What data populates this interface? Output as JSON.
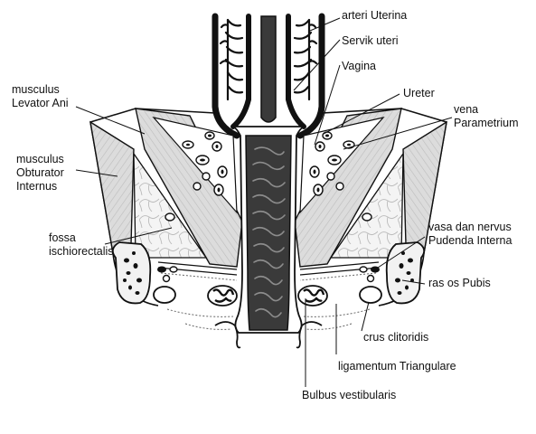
{
  "labels": {
    "arteri_uterina": "arteri Uterina",
    "servik_uteri": "Servik uteri",
    "vagina": "Vagina",
    "ureter": "Ureter",
    "vena_parametrium": [
      "vena",
      "Parametrium"
    ],
    "levator_ani": [
      "musculus",
      "Levator Ani"
    ],
    "obturator_internus": [
      "musculus",
      "Obturator",
      "Internus"
    ],
    "fossa_ischiorectalis": [
      "fossa",
      "ischiorectalis"
    ],
    "vasa_nervus": [
      "vasa dan nervus",
      "Pudenda Interna"
    ],
    "ras_os_pubis": "ras os Pubis",
    "crus_clitoridis": "crus clitoridis",
    "ligamentum_triangulare": "ligamentum Triangulare",
    "bulbus_vestibularis": "Bulbus vestibularis"
  },
  "colors": {
    "line": "#111111",
    "vagina_fill": "#3a3a3a",
    "muscle_fill": "#d6d6d6",
    "bone_fill": "#f2f2f2",
    "background": "#ffffff"
  }
}
